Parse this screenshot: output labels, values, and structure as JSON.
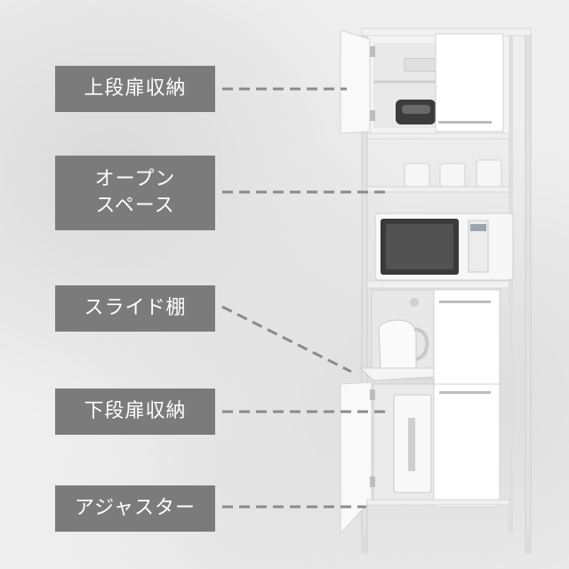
{
  "callouts": [
    {
      "id": "upper-door-storage",
      "text": "上段扉収納"
    },
    {
      "id": "open-space",
      "text": "オープン\nスペース"
    },
    {
      "id": "slide-shelf",
      "text": "スライド棚"
    },
    {
      "id": "lower-door-storage",
      "text": "下段扉収納"
    },
    {
      "id": "adjuster",
      "text": "アジャスター"
    }
  ],
  "colors": {
    "label_bg": "#7b7b7b",
    "label_text": "#ffffff",
    "dash_line": "#8a8a8a",
    "cabinet_white": "#f7f7f7",
    "frame": "#e4e4e4"
  }
}
